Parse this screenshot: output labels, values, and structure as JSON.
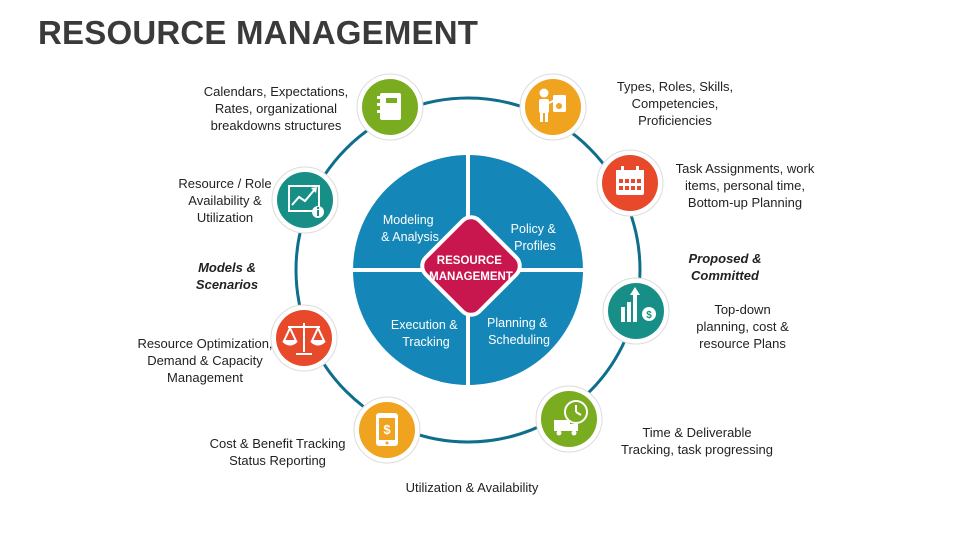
{
  "title": "RESOURCE MANAGEMENT",
  "colors": {
    "ring": "#0e6e8c",
    "quadrant": "#1487b8",
    "center": "#c8174f",
    "green": "#7aac1f",
    "orange": "#f0a31e",
    "red": "#e8492b",
    "teal": "#188f86"
  },
  "center_label": "RESOURCE\nMANAGEMENT",
  "quadrants": [
    {
      "label": "Modeling\n& Analysis"
    },
    {
      "label": "Policy &\nProfiles"
    },
    {
      "label": "Execution &\nTracking"
    },
    {
      "label": "Planning &\nScheduling"
    }
  ],
  "nodes": [
    {
      "icon": "notebook-icon",
      "color": "green",
      "label": "Calendars, Expectations,\nRates, organizational\nbreakdowns structures"
    },
    {
      "icon": "person-clipboard-icon",
      "color": "orange",
      "label": "Types, Roles, Skills,\nCompetencies,\nProficiencies"
    },
    {
      "icon": "calendar-icon",
      "color": "red",
      "label": "Task Assignments, work\nitems, personal time,\nBottom-up Planning"
    },
    {
      "icon": "trend-chart-icon",
      "color": "teal",
      "label": "Resource / Role\nAvailability &\nUtilization"
    },
    {
      "icon": "growth-bars-dollar-icon",
      "color": "teal",
      "label": "Top-down\nplanning, cost &\nresource Plans"
    },
    {
      "icon": "balance-scale-icon",
      "color": "red",
      "label": "Resource Optimization,\nDemand & Capacity\nManagement"
    },
    {
      "icon": "phone-dollar-icon",
      "color": "orange",
      "label": "Cost & Benefit Tracking\nStatus Reporting"
    },
    {
      "icon": "clock-truck-icon",
      "color": "green",
      "label": "Time & Deliverable\nTracking, task progressing"
    }
  ],
  "side_labels": {
    "models": "Models &\nScenarios",
    "proposed": "Proposed &\nCommitted",
    "bottom": "Utilization & Availability"
  }
}
